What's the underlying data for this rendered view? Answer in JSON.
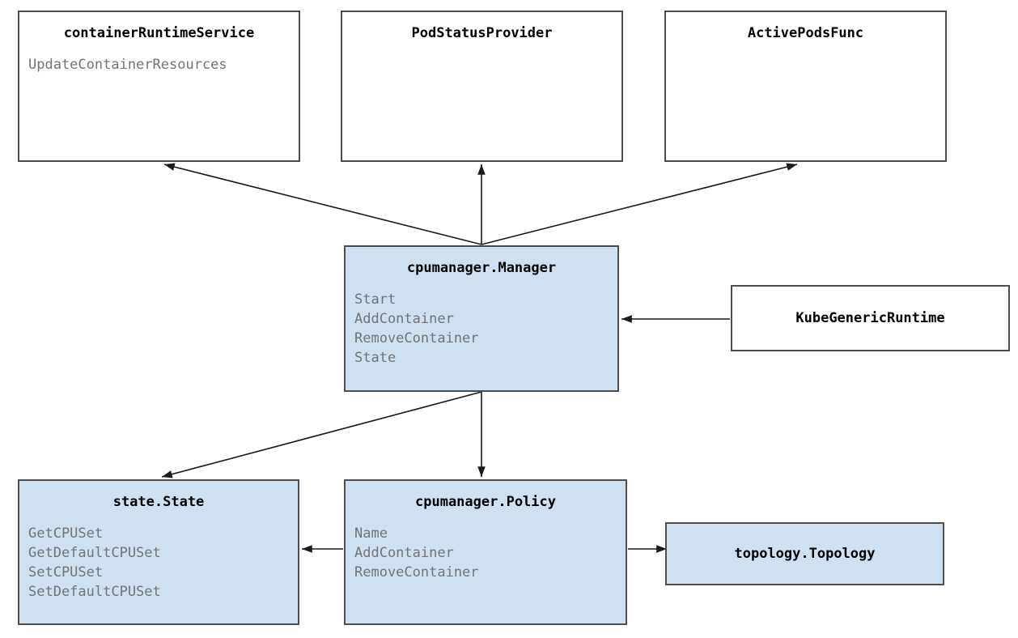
{
  "diagram": {
    "kind": "class-diagram",
    "title_font": "monospace-bold",
    "colors": {
      "node_fill_highlight": "#cfe1f1",
      "node_fill_plain": "#ffffff",
      "node_border": "#4d4d4d",
      "member_text": "#737373",
      "title_text": "#000000",
      "edge": "#1a1a1a",
      "background": "#ffffff"
    },
    "nodes": [
      {
        "id": "containerRuntimeService",
        "title": "containerRuntimeService",
        "members": [
          "UpdateContainerResources"
        ],
        "highlighted": false
      },
      {
        "id": "PodStatusProvider",
        "title": "PodStatusProvider",
        "members": [],
        "highlighted": false
      },
      {
        "id": "ActivePodsFunc",
        "title": "ActivePodsFunc",
        "members": [],
        "highlighted": false
      },
      {
        "id": "cpumanagerManager",
        "title": "cpumanager.Manager",
        "members": [
          "Start",
          "AddContainer",
          "RemoveContainer",
          "State"
        ],
        "highlighted": true
      },
      {
        "id": "KubeGenericRuntime",
        "title": "KubeGenericRuntime",
        "members": [],
        "highlighted": false
      },
      {
        "id": "stateState",
        "title": "state.State",
        "members": [
          "GetCPUSet",
          "GetDefaultCPUSet",
          "SetCPUSet",
          "SetDefaultCPUSet"
        ],
        "highlighted": true
      },
      {
        "id": "cpumanagerPolicy",
        "title": "cpumanager.Policy",
        "members": [
          "Name",
          "AddContainer",
          "RemoveContainer"
        ],
        "highlighted": true
      },
      {
        "id": "topologyTopology",
        "title": "topology.Topology",
        "members": [],
        "highlighted": true
      }
    ],
    "edges": [
      {
        "from": "cpumanagerManager",
        "to": "containerRuntimeService",
        "style": "solid-arrow"
      },
      {
        "from": "cpumanagerManager",
        "to": "PodStatusProvider",
        "style": "solid-arrow"
      },
      {
        "from": "cpumanagerManager",
        "to": "ActivePodsFunc",
        "style": "solid-arrow"
      },
      {
        "from": "KubeGenericRuntime",
        "to": "cpumanagerManager",
        "style": "solid-arrow"
      },
      {
        "from": "cpumanagerManager",
        "to": "stateState",
        "style": "solid-arrow"
      },
      {
        "from": "cpumanagerManager",
        "to": "cpumanagerPolicy",
        "style": "solid-arrow"
      },
      {
        "from": "cpumanagerPolicy",
        "to": "stateState",
        "style": "solid-arrow"
      },
      {
        "from": "cpumanagerPolicy",
        "to": "topologyTopology",
        "style": "solid-arrow"
      }
    ]
  }
}
